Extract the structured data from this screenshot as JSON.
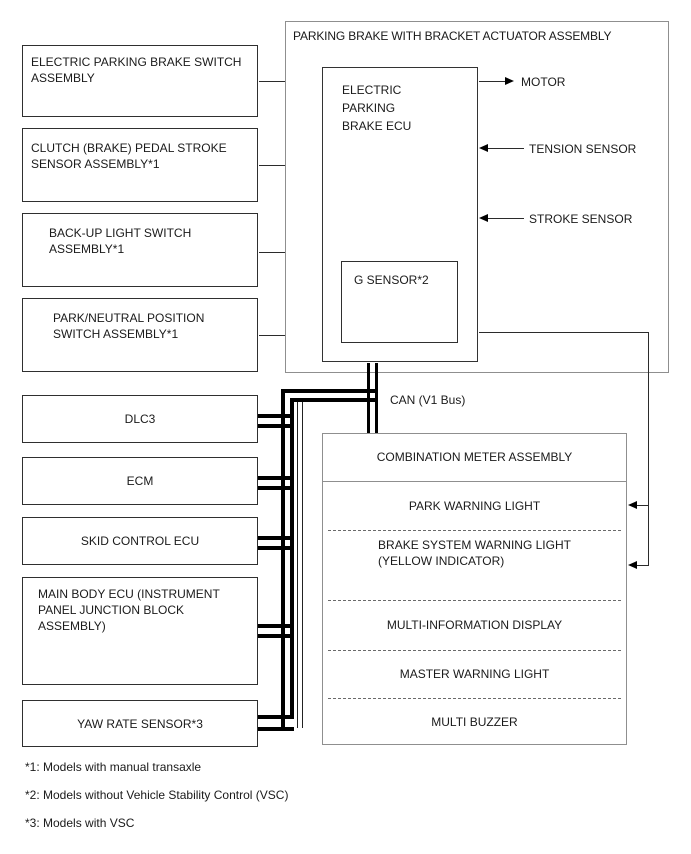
{
  "actuator": {
    "title": "PARKING BRAKE WITH BRACKET ACTUATOR ASSEMBLY",
    "ecu_label": "ELECTRIC\nPARKING\nBRAKE ECU",
    "g_sensor_label": "G SENSOR*2",
    "io": [
      {
        "label": "MOTOR",
        "direction": "output"
      },
      {
        "label": "TENSION SENSOR",
        "direction": "input"
      },
      {
        "label": "STROKE SENSOR",
        "direction": "input"
      }
    ]
  },
  "inputs": [
    {
      "label": "ELECTRIC PARKING BRAKE SWITCH ASSEMBLY"
    },
    {
      "label": "CLUTCH (BRAKE) PEDAL STROKE SENSOR ASSEMBLY*1"
    },
    {
      "label": "BACK-UP LIGHT SWITCH ASSEMBLY*1"
    },
    {
      "label": "PARK/NEUTRAL POSITION SWITCH ASSEMBLY*1"
    }
  ],
  "can": {
    "label": "CAN (V1 Bus)",
    "nodes": [
      {
        "label": "DLC3"
      },
      {
        "label": "ECM"
      },
      {
        "label": "SKID CONTROL ECU"
      },
      {
        "label": "MAIN BODY ECU (INSTRUMENT PANEL JUNCTION BLOCK ASSEMBLY)"
      },
      {
        "label": "YAW RATE SENSOR*3"
      }
    ]
  },
  "meter": {
    "title": "COMBINATION METER ASSEMBLY",
    "sections": [
      {
        "label": "PARK WARNING LIGHT"
      },
      {
        "label": "BRAKE SYSTEM WARNING LIGHT\n(YELLOW INDICATOR)"
      },
      {
        "label": "MULTI-INFORMATION DISPLAY"
      },
      {
        "label": "MASTER WARNING LIGHT"
      },
      {
        "label": "MULTI BUZZER"
      }
    ]
  },
  "footnotes": [
    {
      "text": "*1: Models with manual transaxle"
    },
    {
      "text": "*2: Models without Vehicle Stability Control (VSC)"
    },
    {
      "text": "*3: Models with VSC"
    }
  ],
  "colors": {
    "line": "#2b2b2b",
    "bus": "#000000",
    "container_border": "#8f8f8f",
    "box_border": "#2f2f2f"
  }
}
